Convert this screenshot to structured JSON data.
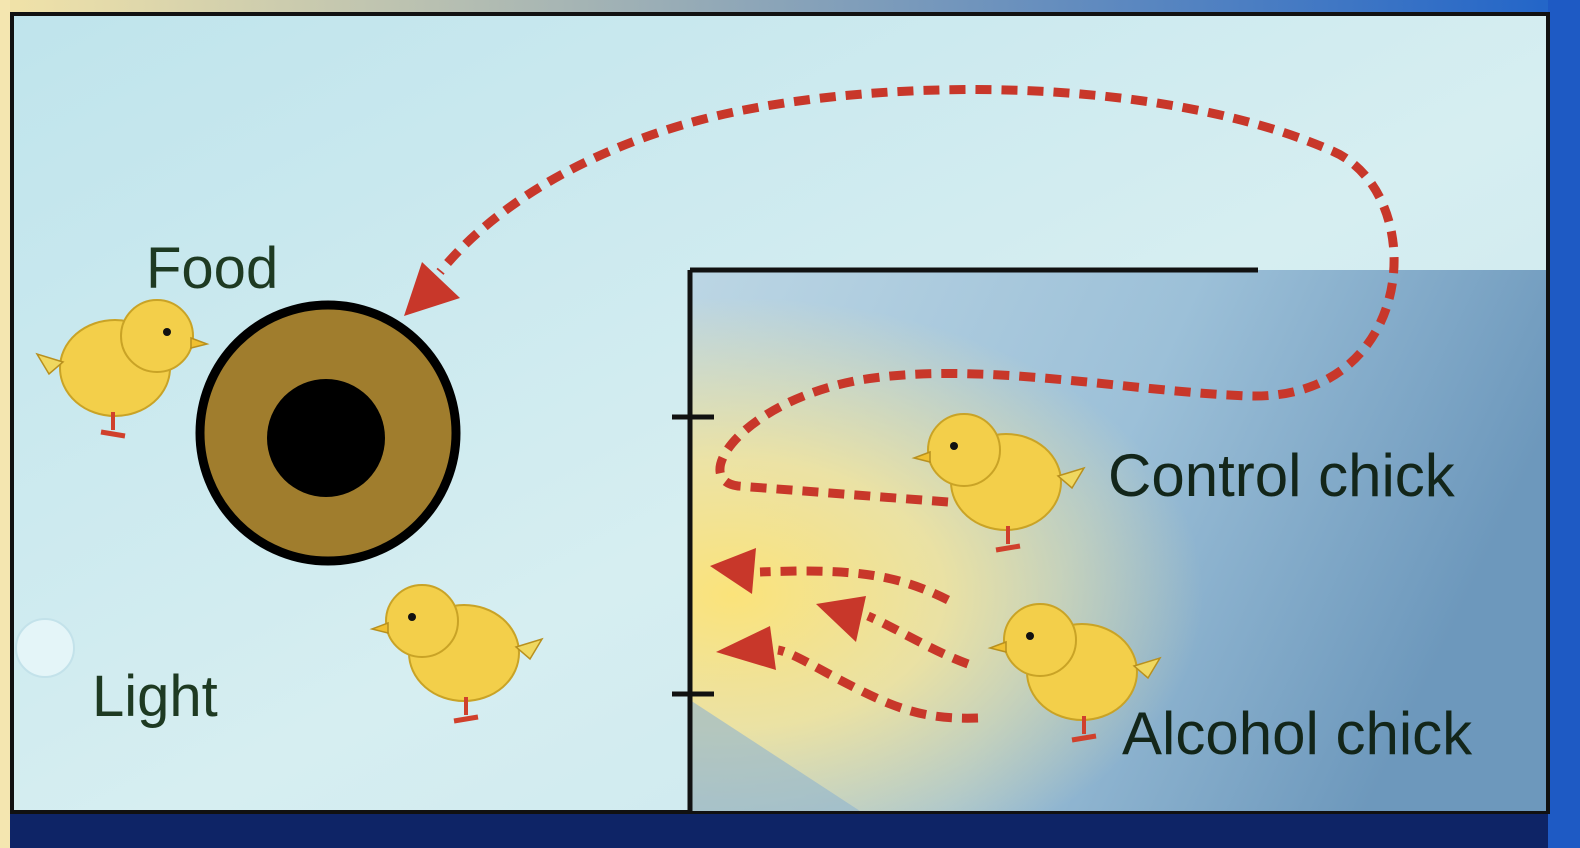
{
  "labels": {
    "food": "Food",
    "light": "Light",
    "control_chick": "Control chick",
    "alcohol_chick": "Alcohol chick"
  },
  "colors": {
    "panel_light": "#cfeaf0",
    "inner_box_blue": "#6f9cbf",
    "light_glow": "#f7e27a",
    "chick_body": "#f3cf4a",
    "chick_outline": "#c9a326",
    "path_red": "#c8372a",
    "food_ring": "#a07d2d",
    "food_center": "#000000",
    "border": "#111111"
  },
  "icons": [
    "chick-icon",
    "food-dish-icon",
    "light-source-icon",
    "path-arrow-icon"
  ]
}
